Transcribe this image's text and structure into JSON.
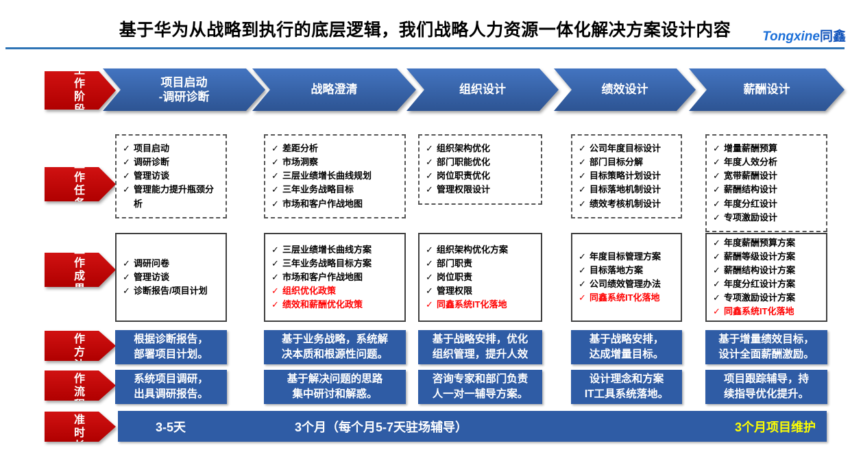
{
  "colors": {
    "brand_blue": "#2f5ca5",
    "chevron_blue": "#2d5493",
    "accent_red": "#c00000",
    "highlight_red": "#ff0000",
    "highlight_yellow": "#ffff00",
    "rule_blue": "#2e74b5",
    "logo_blue": "#1b6fd8"
  },
  "header": {
    "title": "基于华为从战略到执行的底层逻辑，我们战略人力资源一体化解决方案设计内容",
    "logo_en": "Tongxine",
    "logo_cn": "同鑫"
  },
  "side_labels": {
    "stage": "工作阶段",
    "tasks": "工作任务",
    "outputs": "工作成果",
    "method": "工作方法",
    "process": "工作流程",
    "duration": "标准时长"
  },
  "columns": [
    {
      "stage": "项目启动\n-调研诊断",
      "tasks": [
        "项目启动",
        "调研诊断",
        "管理访谈",
        "管理能力提升瓶颈分析"
      ],
      "outputs": [
        {
          "text": "调研问卷",
          "red": false
        },
        {
          "text": "管理访谈",
          "red": false
        },
        {
          "text": "诊断报告/项目计划",
          "red": false
        }
      ],
      "method": "根据诊断报告，\n部署项目计划。",
      "process": "系统项目调研，\n出具调研报告。"
    },
    {
      "stage": "战略澄清",
      "tasks": [
        "差距分析",
        "市场洞察",
        "三层业绩增长曲线规划",
        "三年业务战略目标",
        "市场和客户作战地图"
      ],
      "outputs": [
        {
          "text": "三层业绩增长曲线方案",
          "red": false
        },
        {
          "text": "三年业务战略目标方案",
          "red": false
        },
        {
          "text": "市场和客户作战地图",
          "red": false
        },
        {
          "text": "组织优化政策",
          "red": true
        },
        {
          "text": "绩效和薪酬优化政策",
          "red": true
        }
      ],
      "method": "基于业务战略，系统解\n决本质和根源性问题。",
      "process": "基于解决问题的思路\n集中研讨和解惑。"
    },
    {
      "stage": "组织设计",
      "tasks": [
        "组织架构优化",
        "部门职能优化",
        "岗位职责优化",
        "管理权限设计"
      ],
      "outputs": [
        {
          "text": "组织架构优化方案",
          "red": false
        },
        {
          "text": "部门职责",
          "red": false
        },
        {
          "text": "岗位职责",
          "red": false
        },
        {
          "text": "管理权限",
          "red": false
        },
        {
          "text": "同鑫系统IT化落地",
          "red": true
        }
      ],
      "method": "基于战略安排，优化\n组织管理，提升人效",
      "process": "咨询专家和部门负责\n人一对一辅导方案。"
    },
    {
      "stage": "绩效设计",
      "tasks": [
        "公司年度目标设计",
        "部门目标分解",
        "目标策略计划设计",
        "目标落地机制设计",
        "绩效考核机制设计"
      ],
      "outputs": [
        {
          "text": "年度目标管理方案",
          "red": false
        },
        {
          "text": "目标落地方案",
          "red": false
        },
        {
          "text": "公司绩效管理办法",
          "red": false
        },
        {
          "text": "同鑫系统IT化落地",
          "red": true
        }
      ],
      "method": "基于战略安排，\n达成增量目标。",
      "process": "设计理念和方案\nIT工具系统落地。"
    },
    {
      "stage": "薪酬设计",
      "tasks": [
        "增量薪酬预算",
        "年度人效分析",
        "宽带薪酬设计",
        "薪酬结构设计",
        "年度分红设计",
        "专项激励设计"
      ],
      "outputs": [
        {
          "text": "年度薪酬预算方案",
          "red": false
        },
        {
          "text": "薪酬等级设计方案",
          "red": false
        },
        {
          "text": "薪酬结构设计方案",
          "red": false
        },
        {
          "text": "年度分红设计方案",
          "red": false
        },
        {
          "text": "专项激励设计方案",
          "red": false
        },
        {
          "text": "同鑫系统IT化落地",
          "red": true
        }
      ],
      "method": "基于增量绩效目标，\n设计全面薪酬激励。",
      "process": "项目跟踪辅导，持\n续指导优化提升。"
    }
  ],
  "duration": {
    "phase1": "3-5天",
    "phase2": "3个月（每个月5-7天驻场辅导）",
    "phase3": "3个月项目维护"
  }
}
